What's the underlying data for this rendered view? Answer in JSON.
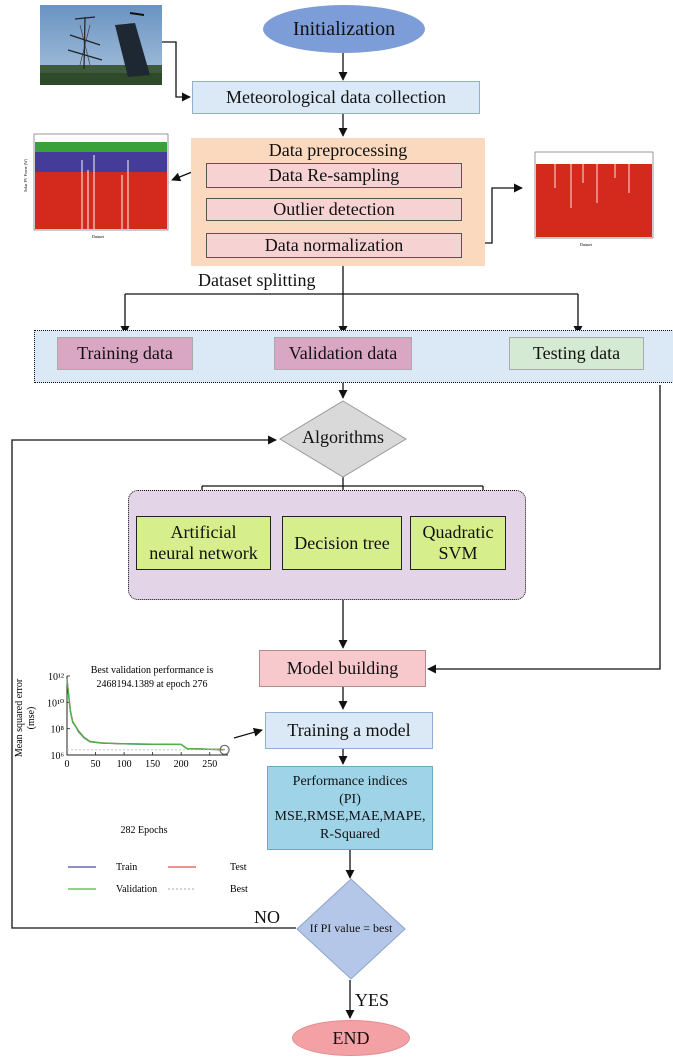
{
  "flow": {
    "init": "Initialization",
    "collection": "Meteorological data collection",
    "preprocessing_title": "Data preprocessing",
    "resampling": "Data Re-sampling",
    "outlier": "Outlier detection",
    "normalization": "Data normalization",
    "splitting": "Dataset splitting",
    "training_data": "Training data",
    "validation_data": "Validation data",
    "testing_data": "Testing data",
    "algorithms": "Algorithms",
    "ann_line1": "Artificial",
    "ann_line2": "neural network",
    "decision_tree": "Decision tree",
    "svm_line1": "Quadratic",
    "svm_line2": "SVM",
    "model_building": "Model building",
    "training_model": "Training a model",
    "pi_line1": "Performance indices",
    "pi_line2": "(PI)",
    "pi_line3": "MSE,RMSE,MAE,MAPE,",
    "pi_line4": "R-Squared",
    "decision": "If PI value = best",
    "no": "NO",
    "yes": "YES",
    "end": "END"
  },
  "chart_data": {
    "type": "line",
    "title_line1": "Best validation performance is",
    "title_line2": "2468194.1389 at epoch 276",
    "ylabel_line1": "Mean squared error",
    "ylabel_line2": "(mse)",
    "xlabel": "282 Epochs",
    "y_scale": "log",
    "ylim": [
      1000000,
      1000000000000
    ],
    "xlim": [
      0,
      282
    ],
    "x_ticks": [
      "0",
      "50",
      "100",
      "150",
      "200",
      "250"
    ],
    "y_ticks": [
      "10¹²",
      "10¹⁰",
      "10⁸",
      "10⁶"
    ],
    "best_marker": {
      "epoch": 276,
      "value": 2468194.1389
    },
    "legend": [
      "Train",
      "Test",
      "Validation",
      "Best"
    ],
    "series": [
      {
        "name": "Train",
        "color": "#4a4a9a",
        "x": [
          0,
          3,
          6,
          10,
          15,
          20,
          30,
          40,
          50,
          60,
          80,
          100,
          150,
          200,
          210,
          250,
          276
        ],
        "y": [
          500000000000,
          30000000000,
          2000000000,
          300000000,
          150000000,
          60000000,
          20000000,
          10000000,
          9000000,
          8000000,
          7500000,
          7000000,
          6500000,
          6300000,
          3000000,
          2700000,
          2500000
        ]
      },
      {
        "name": "Test",
        "color": "#d9534f",
        "x": [
          0,
          3,
          6,
          10,
          15,
          20,
          30,
          40,
          50,
          60,
          80,
          100,
          150,
          200,
          210,
          250,
          276
        ],
        "y": [
          600000000000,
          40000000000,
          2500000000,
          350000000,
          160000000,
          70000000,
          22000000,
          11000000,
          9500000,
          8500000,
          7600000,
          7200000,
          6700000,
          6400000,
          3100000,
          2800000,
          2600000
        ]
      },
      {
        "name": "Validation",
        "color": "#49b649",
        "x": [
          0,
          3,
          6,
          10,
          15,
          20,
          30,
          40,
          50,
          60,
          80,
          100,
          150,
          200,
          210,
          250,
          276
        ],
        "y": [
          550000000000,
          35000000000,
          2200000000,
          320000000,
          155000000,
          65000000,
          21000000,
          10500000,
          9200000,
          8200000,
          7550000,
          7100000,
          6600000,
          6350000,
          3050000,
          2750000,
          2468194
        ]
      },
      {
        "name": "Best",
        "color": "#bbbbbb",
        "x": [
          0,
          282
        ],
        "y": [
          2468194,
          2468194
        ]
      }
    ]
  }
}
